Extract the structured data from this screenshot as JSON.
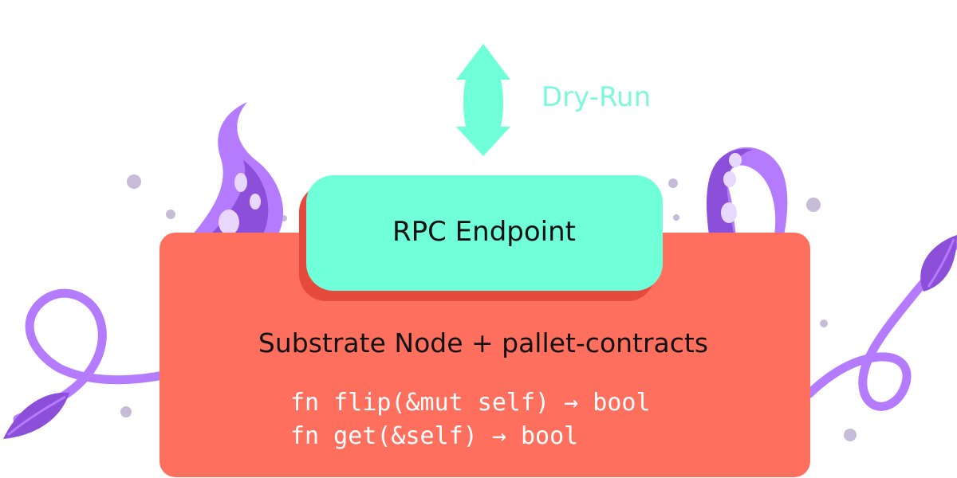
{
  "arrow": {
    "label": "Dry-Run"
  },
  "endpoint": {
    "label": "RPC Endpoint"
  },
  "node": {
    "label": "Substrate Node + pallet-contracts",
    "code_lines": [
      "fn flip(&mut self) → bool",
      "fn get(&self) → bool"
    ]
  },
  "colors": {
    "mint": "#6fffd9",
    "coral": "#ff6f5e",
    "coral_shadow": "#e64a3c",
    "purple": "#b57bff",
    "purple_dark": "#8c4fd9",
    "lavender": "#e8d8ff",
    "dot": "#c7bcd8",
    "text_dark": "#111111",
    "text_light": "#ffffff",
    "arrow_label": "#7ff7dc"
  },
  "icons": {
    "arrow": "double-vertical-arrow-icon",
    "tentacles": "tentacle-decoration-icon",
    "vines": "vine-decoration-icon",
    "dots": "dot-decoration-icon"
  }
}
